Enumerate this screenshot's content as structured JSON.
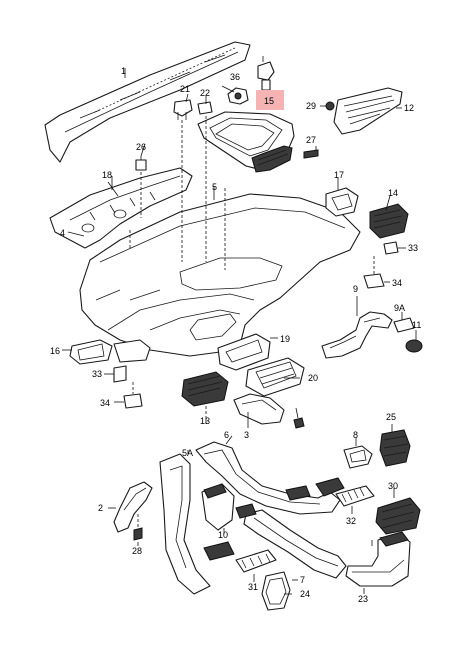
{
  "callouts": [
    {
      "id": "p1",
      "text": "1"
    },
    {
      "id": "p2",
      "text": "2"
    },
    {
      "id": "p3",
      "text": "3"
    },
    {
      "id": "p4",
      "text": "4"
    },
    {
      "id": "p5",
      "text": "5"
    },
    {
      "id": "p5a",
      "text": "5A"
    },
    {
      "id": "p6",
      "text": "6"
    },
    {
      "id": "p7",
      "text": "7"
    },
    {
      "id": "p8",
      "text": "8"
    },
    {
      "id": "p9",
      "text": "9"
    },
    {
      "id": "p9a",
      "text": "9A"
    },
    {
      "id": "p10",
      "text": "10"
    },
    {
      "id": "p11",
      "text": "11"
    },
    {
      "id": "p12",
      "text": "12"
    },
    {
      "id": "p13",
      "text": "13"
    },
    {
      "id": "p14",
      "text": "14"
    },
    {
      "id": "p15",
      "text": "15"
    },
    {
      "id": "p16",
      "text": "16"
    },
    {
      "id": "p17",
      "text": "17"
    },
    {
      "id": "p18",
      "text": "18"
    },
    {
      "id": "p19",
      "text": "19"
    },
    {
      "id": "p20",
      "text": "20"
    },
    {
      "id": "p21",
      "text": "21"
    },
    {
      "id": "p22",
      "text": "22"
    },
    {
      "id": "p23",
      "text": "23"
    },
    {
      "id": "p24",
      "text": "24"
    },
    {
      "id": "p25",
      "text": "25"
    },
    {
      "id": "p26",
      "text": "26"
    },
    {
      "id": "p27",
      "text": "27"
    },
    {
      "id": "p28",
      "text": "28"
    },
    {
      "id": "p29",
      "text": "29"
    },
    {
      "id": "p30",
      "text": "30"
    },
    {
      "id": "p31",
      "text": "31"
    },
    {
      "id": "p32",
      "text": "32"
    },
    {
      "id": "p33a",
      "text": "33"
    },
    {
      "id": "p33b",
      "text": "33"
    },
    {
      "id": "p34a",
      "text": "34"
    },
    {
      "id": "p34b",
      "text": "34"
    },
    {
      "id": "p36",
      "text": "36"
    }
  ],
  "highlighted_part": "15",
  "colors": {
    "highlight": "#f5b3b3",
    "line": "#1a1a1a"
  }
}
